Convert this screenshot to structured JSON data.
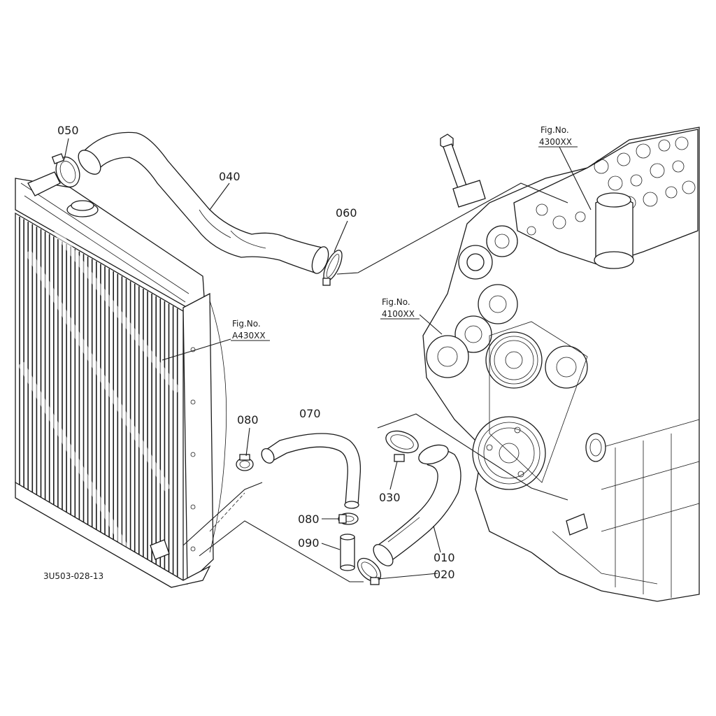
{
  "diagram_code": "3U503-028-13",
  "part_labels": {
    "p010": "010",
    "p020": "020",
    "p030": "030",
    "p040": "040",
    "p050": "050",
    "p060": "060",
    "p070": "070",
    "p080a": "080",
    "p080b": "080",
    "p090": "090"
  },
  "figure_refs": {
    "engine_head": {
      "line1": "Fig.No.",
      "line2": "4300XX"
    },
    "engine_front": {
      "line1": "Fig.No.",
      "line2": "4100XX"
    },
    "radiator": {
      "line1": "Fig.No.",
      "line2": "A430XX"
    }
  }
}
